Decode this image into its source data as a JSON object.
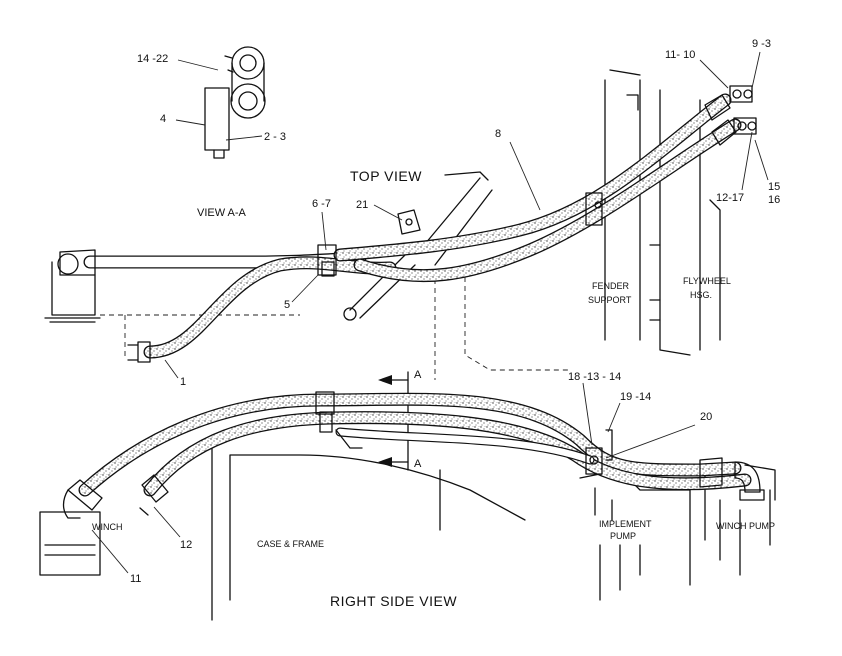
{
  "views": {
    "top_view": "TOP VIEW",
    "view_aa": "VIEW A-A",
    "right_side_view": "RIGHT SIDE VIEW"
  },
  "section_marks": {
    "upper": "A",
    "lower": "A"
  },
  "components": {
    "fender_support": [
      "FENDER",
      "SUPPORT"
    ],
    "flywheel_hsg": [
      "FLYWHEEL",
      "HSG."
    ],
    "case_frame": "CASE & FRAME",
    "winch": "WINCH",
    "implement_pump": [
      "IMPLEMENT",
      "PUMP"
    ],
    "winch_pump": "WINCH PUMP"
  },
  "callouts": {
    "c14_22": "14 -22",
    "c4": "4",
    "c2_3": "2 - 3",
    "c11_10": "11- 10",
    "c9_3": "9 -3",
    "c8": "8",
    "c15": "15",
    "c12_17": "12-17",
    "c16": "16",
    "c6_7": "6 -7",
    "c21": "21",
    "c5": "5",
    "c1": "1",
    "c18_13_14": "18 -13 - 14",
    "c19_14": "19 -14",
    "c20": "20",
    "c12": "12",
    "c11": "11"
  }
}
